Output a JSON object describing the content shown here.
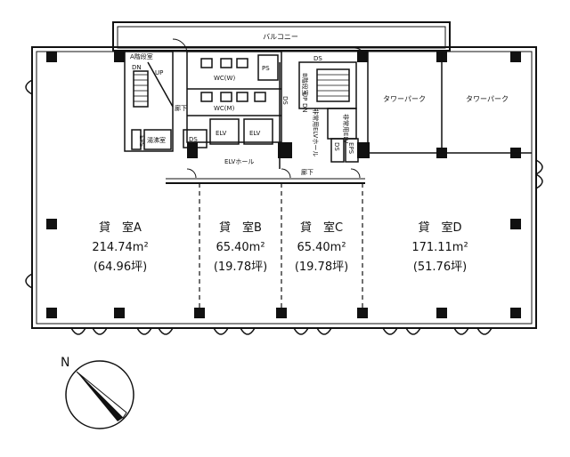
{
  "balcony": "バルコニー",
  "core": {
    "stair_a": "A階段室",
    "stair_a_dn": "DN",
    "stair_a_up": "UP",
    "ds_top": "DS",
    "ps": "PS",
    "wc_w": "WC(W)",
    "wc_m": "WC(M)",
    "corridor_left": "廊下",
    "ds_left": "DS",
    "eps_left": "EPS",
    "pantry": "湯沸室",
    "elv_1": "ELV",
    "elv_2": "ELV",
    "elv_hall": "ELVホール",
    "ds_mid": "DS",
    "stair_b": "B階段室",
    "stair_b_up": "UP",
    "stair_b_dn": "DN",
    "emergency_hall": "非常用ELVホール",
    "emergency_elv": "非常用ELV",
    "ds_right": "DS",
    "eps_right": "EPS",
    "corridor_bottom": "廊下"
  },
  "tower_park_1": "タワーパーク",
  "tower_park_2": "タワーパーク",
  "rooms": [
    {
      "name": "貸　室A",
      "area_m2": "214.74m²",
      "area_tsubo": "(64.96坪)"
    },
    {
      "name": "貸　室B",
      "area_m2": "65.40m²",
      "area_tsubo": "(19.78坪)"
    },
    {
      "name": "貸　室C",
      "area_m2": "65.40m²",
      "area_tsubo": "(19.78坪)"
    },
    {
      "name": "貸　室D",
      "area_m2": "171.11m²",
      "area_tsubo": "(51.76坪)"
    }
  ],
  "compass": {
    "label": "N"
  }
}
